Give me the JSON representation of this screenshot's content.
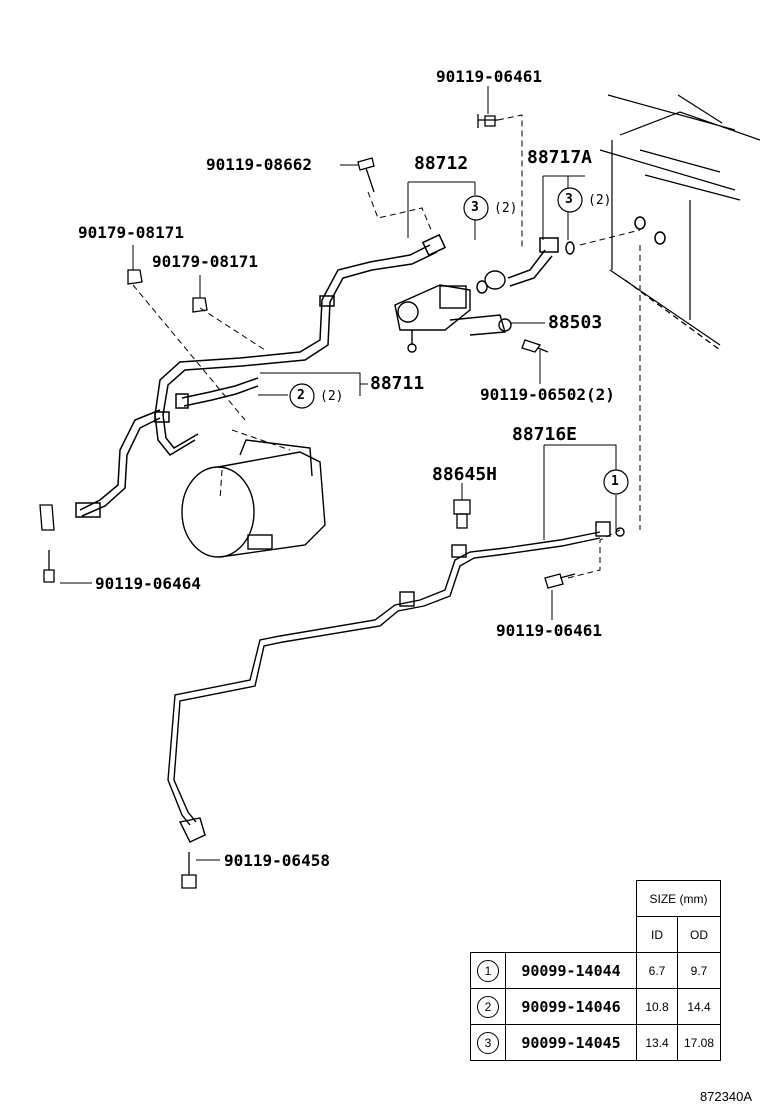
{
  "labels": {
    "p1": "90119-06461",
    "p2": "90119-08662",
    "p3": "88712",
    "p4": "88717A",
    "p5": "90179-08171",
    "p6": "90179-08171",
    "p7": "88503",
    "p8": "88711",
    "p9": "90119-06502(2)",
    "p10": "88716E",
    "p11": "88645H",
    "p12": "90119-06464",
    "p13": "90119-06461",
    "p14": "90119-06458"
  },
  "callouts": {
    "c1": "3",
    "c1q": "(2)",
    "c2": "3",
    "c2q": "(2)",
    "c3": "2",
    "c3q": "(2)",
    "c4": "1"
  },
  "table": {
    "size_header": "SIZE (mm)",
    "id_header": "ID",
    "od_header": "OD",
    "rows": [
      {
        "mark": "1",
        "part": "90099-14044",
        "id": "6.7",
        "od": "9.7"
      },
      {
        "mark": "2",
        "part": "90099-14046",
        "id": "10.8",
        "od": "14.4"
      },
      {
        "mark": "3",
        "part": "90099-14045",
        "id": "13.4",
        "od": "17.08"
      }
    ]
  },
  "drawing_code": "872340A"
}
